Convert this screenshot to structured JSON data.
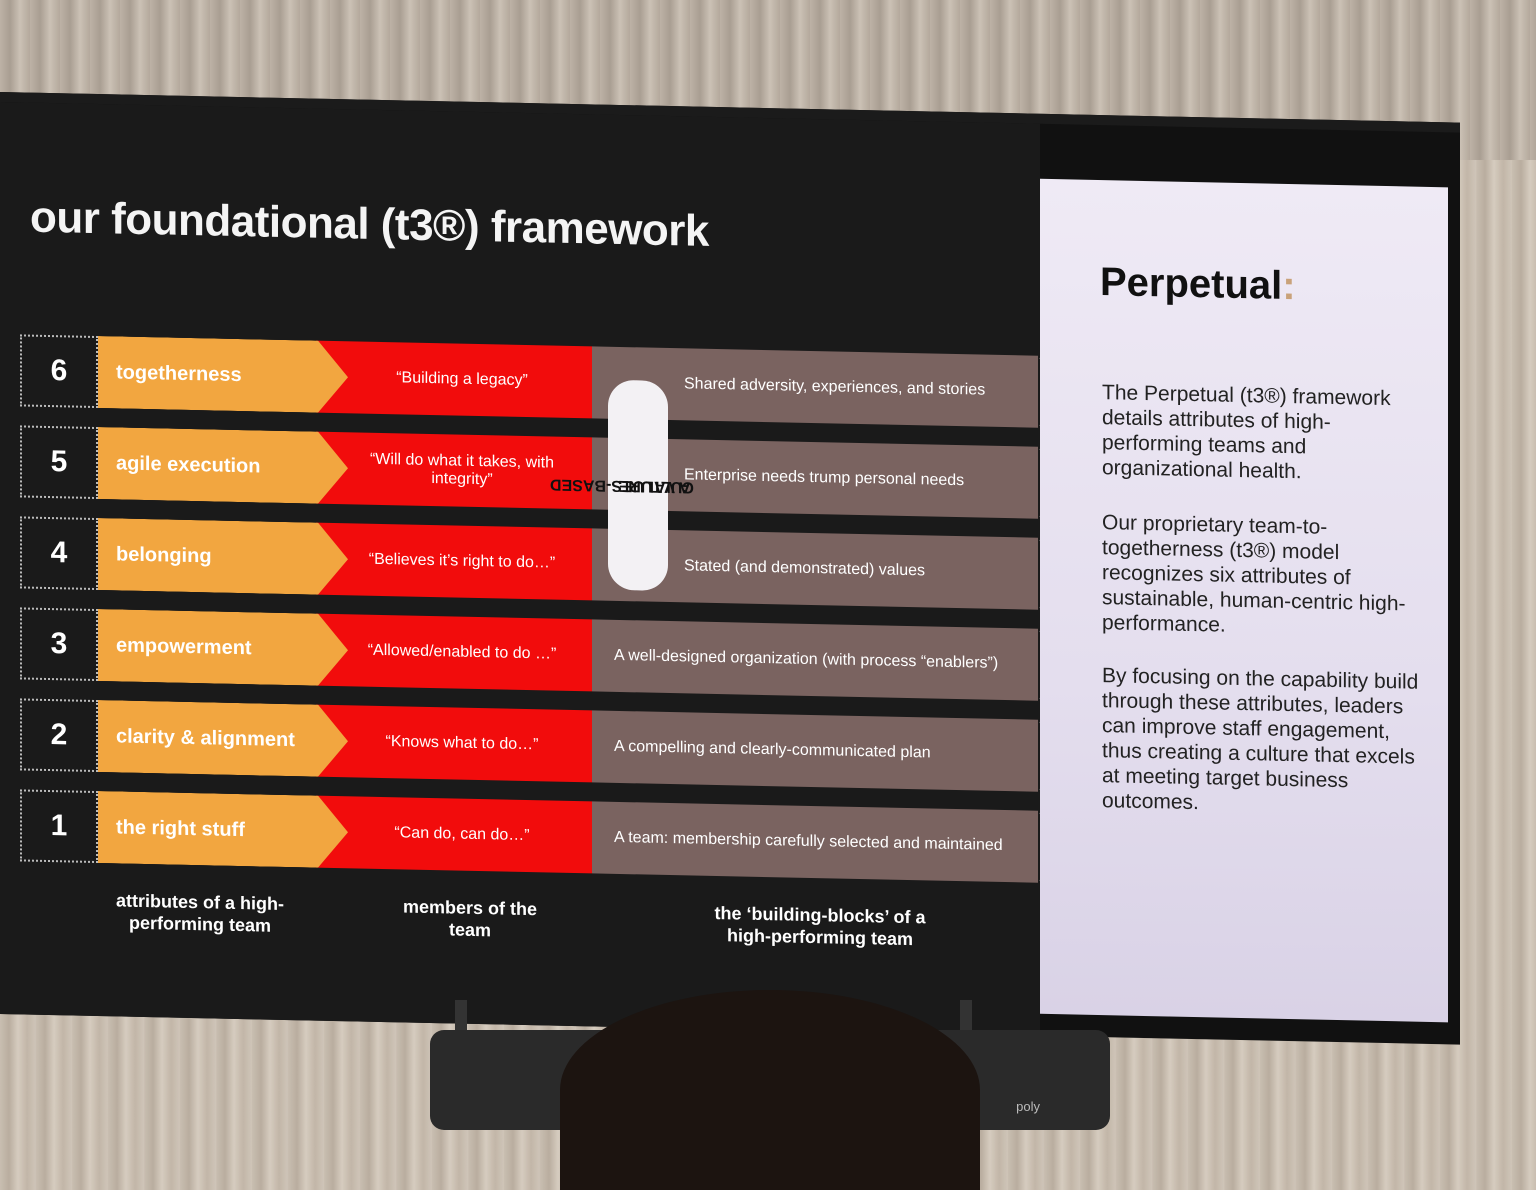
{
  "slide": {
    "title": "our foundational (t3®) framework",
    "culture_label_line1": "A VALUES-BASED",
    "culture_label_line2": "CULTURE",
    "rows": [
      {
        "num": "6",
        "attribute": "togetherness",
        "member": "“Building a legacy”",
        "block": "Shared adversity, experiences, and stories"
      },
      {
        "num": "5",
        "attribute": "agile execution",
        "member": "“Will do what it takes, with integrity”",
        "block": "Enterprise needs trump personal needs"
      },
      {
        "num": "4",
        "attribute": "belonging",
        "member": "“Believes it’s right to do…”",
        "block": "Stated (and demonstrated) values"
      },
      {
        "num": "3",
        "attribute": "empowerment",
        "member": "“Allowed/enabled to do …”",
        "block": "A well-designed organization (with process “enablers”)"
      },
      {
        "num": "2",
        "attribute": "clarity & alignment",
        "member": "“Knows what to do…”",
        "block": "A compelling and clearly-communicated plan"
      },
      {
        "num": "1",
        "attribute": "the right stuff",
        "member": "“Can do, can do…”",
        "block": "A team: membership carefully selected and maintained"
      }
    ],
    "footer": {
      "col1": "attributes of a high-performing team",
      "col2": "members of the team",
      "col3": "the ‘building-blocks’ of a high-performing team"
    }
  },
  "sidebar": {
    "brand": "Perpetual",
    "brand_colon": ":",
    "para1": "The Perpetual (t3®) framework details attributes of high-performing teams and organizational health.",
    "para2": "Our proprietary team-to-togetherness (t3®) model recognizes six attributes of sustainable, human-centric high-performance.",
    "para3": "By focusing on the capability build through these attributes, leaders can improve staff engagement, thus creating a culture that excels at meeting target business outcomes."
  },
  "device": {
    "logo": "poly"
  },
  "colors": {
    "attribute": "#f2a640",
    "member": "#f20c0c",
    "block": "#7a6360",
    "background": "#1a1a1a"
  }
}
